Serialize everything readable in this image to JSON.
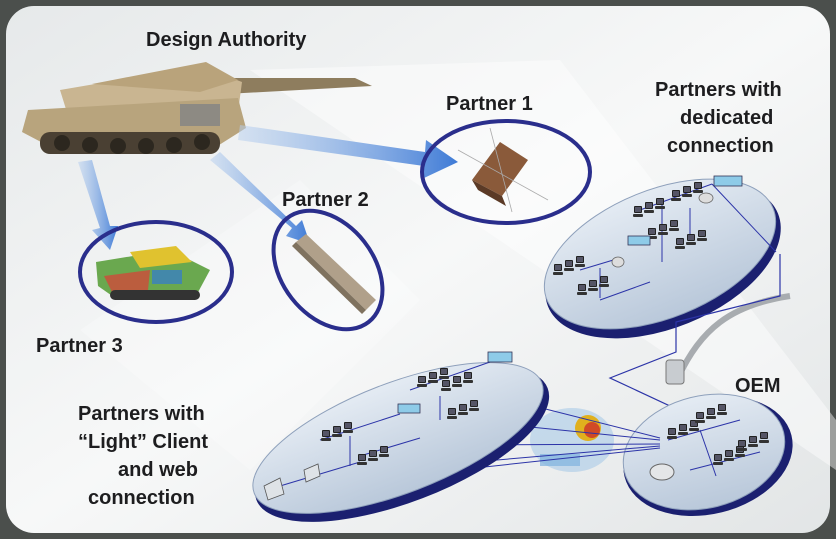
{
  "labels": {
    "design_authority": "Design Authority",
    "partner1": "Partner 1",
    "partner2": "Partner 2",
    "partner3": "Partner 3",
    "dedicated": [
      "Partners with",
      "dedicated",
      "connection"
    ],
    "oem": "OEM",
    "light": [
      "Partners with",
      "“Light” Client",
      "and web",
      "connection"
    ]
  },
  "colors": {
    "panel": "#eef0f0",
    "ring": "#2a2e8c",
    "arrow": "#5a8fd8",
    "platform": "#c9d6e4",
    "platform_shadow": "#1b2070",
    "link": "#2c34a8"
  }
}
